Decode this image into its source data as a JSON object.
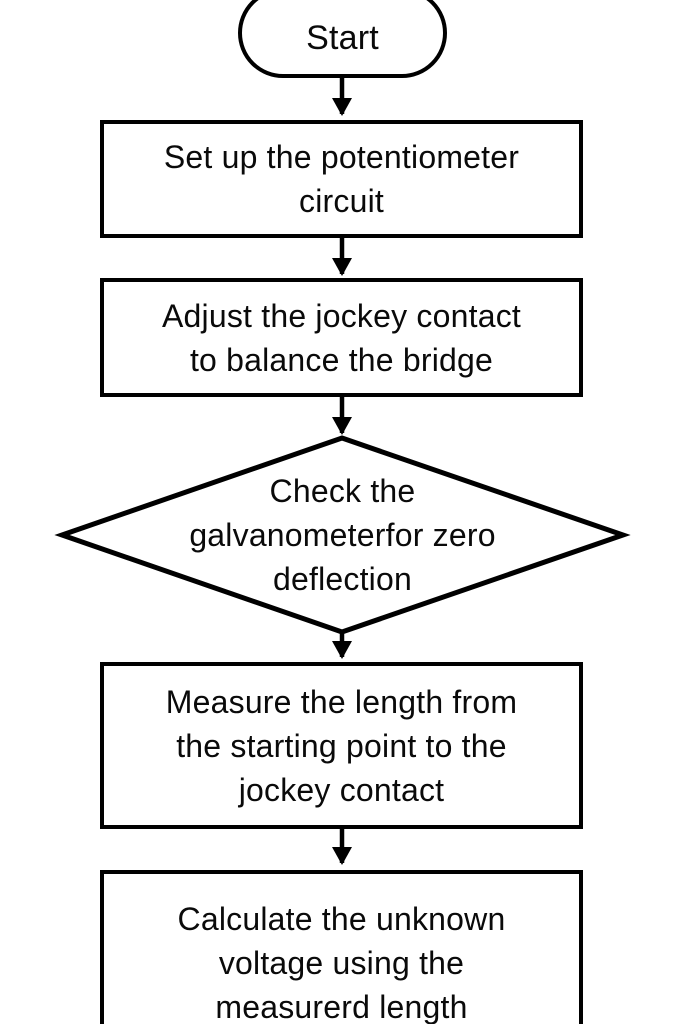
{
  "flowchart": {
    "colors": {
      "stroke": "#000000",
      "fill": "#ffffff",
      "text": "#0a0a0a"
    },
    "nodes": [
      {
        "id": "start",
        "type": "terminator",
        "label": "Start",
        "lines": [
          "Start"
        ]
      },
      {
        "id": "setup",
        "type": "process",
        "label": "Set up the potentiometer circuit",
        "lines": [
          "Set up the potentiometer",
          "circuit"
        ]
      },
      {
        "id": "adjust",
        "type": "process",
        "label": "Adjust the jockey contact to balance the bridge",
        "lines": [
          "Adjust the jockey contact",
          "to balance the bridge"
        ]
      },
      {
        "id": "check",
        "type": "decision",
        "label": "Check the galvanometerfor zero deflection",
        "lines": [
          "Check the",
          "galvanometerfor zero",
          "deflection"
        ]
      },
      {
        "id": "measure",
        "type": "process",
        "label": "Measure the length from the starting point to the jockey contact",
        "lines": [
          "Measure the length from",
          "the starting point to the",
          "jockey contact"
        ]
      },
      {
        "id": "calculate",
        "type": "process",
        "label": "Calculate the unknown voltage using the measurerd length",
        "lines": [
          "Calculate the unknown",
          "voltage using the",
          "measurerd length"
        ]
      }
    ]
  }
}
